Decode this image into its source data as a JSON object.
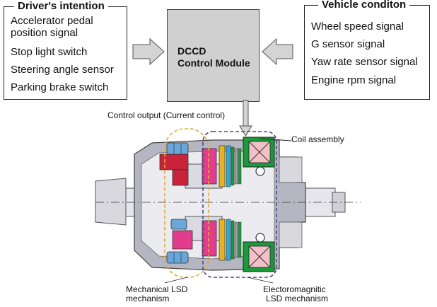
{
  "driver_box": {
    "title": "Driver's intention",
    "items": [
      "Accelerator pedal",
      "position signal",
      "Stop light switch",
      "Steering angle sensor",
      "Parking brake switch"
    ]
  },
  "vehicle_box": {
    "title": "Vehicle conditon",
    "items": [
      "Wheel speed signal",
      "G sensor signal",
      "Yaw rate sensor signal",
      "Engine rpm signal"
    ]
  },
  "module": {
    "line1": "DCCD",
    "line2": "Control Module"
  },
  "control_output": "Control output (Current control)",
  "coil_assembly": "Coil assembly",
  "mechanical_lsd": {
    "line1": "Mechanical LSD",
    "line2": "mechanism"
  },
  "electromagnetic_lsd": {
    "line1": "Electoromagnitic",
    "line2": "LSD mechanism"
  },
  "colors": {
    "arrow_fill": "#d4d4d4",
    "module_fill": "#d0d0d0",
    "mechanical_outline": "#e0a93a",
    "electromagnetic_outline": "#4a4a8c",
    "coil_green": "#1a9a3a",
    "coil_pink": "#f3c0c8",
    "ring_gear_red": "#c8233a",
    "gear_magenta": "#e23c8c",
    "bearing_blue": "#6aa7d8",
    "plate_yellow": "#e6b422",
    "plate_cyan": "#2aa9d9",
    "housing_gray": "#9a9aa8"
  }
}
